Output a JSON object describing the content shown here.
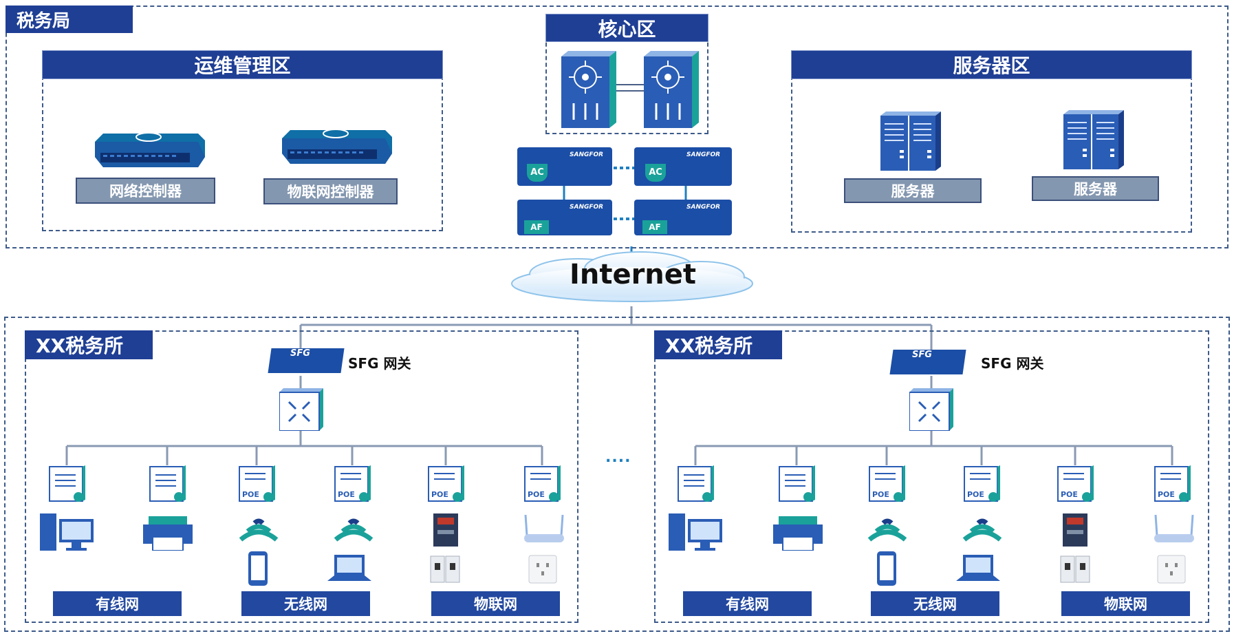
{
  "hq": {
    "title": "税务局"
  },
  "ops_zone": {
    "title": "运维管理区",
    "devices": [
      "网络控制器",
      "物联网控制器"
    ]
  },
  "core_zone": {
    "title": "核心区",
    "ac_label": "AC",
    "af_label": "AF",
    "brand": "SANGFOR"
  },
  "server_zone": {
    "title": "服务器区",
    "devices": [
      "服务器",
      "服务器"
    ]
  },
  "internet": {
    "label": "Internet"
  },
  "branch_left": {
    "title": "XX税务所",
    "gateway_label": "SFG 网关",
    "gateway_mark": "SFG",
    "poe": "POE",
    "groups": [
      "有线网",
      "无线网",
      "物联网"
    ]
  },
  "branch_right": {
    "title": "XX税务所",
    "gateway_label": "SFG 网关",
    "gateway_mark": "SFG",
    "poe": "POE",
    "groups": [
      "有线网",
      "无线网",
      "物联网"
    ]
  },
  "ellipsis": "....",
  "colors": {
    "primary": "#1f3f95",
    "grey_box": "#8497b0",
    "dash": "#3c5a8a",
    "teal": "#1aa29a"
  }
}
